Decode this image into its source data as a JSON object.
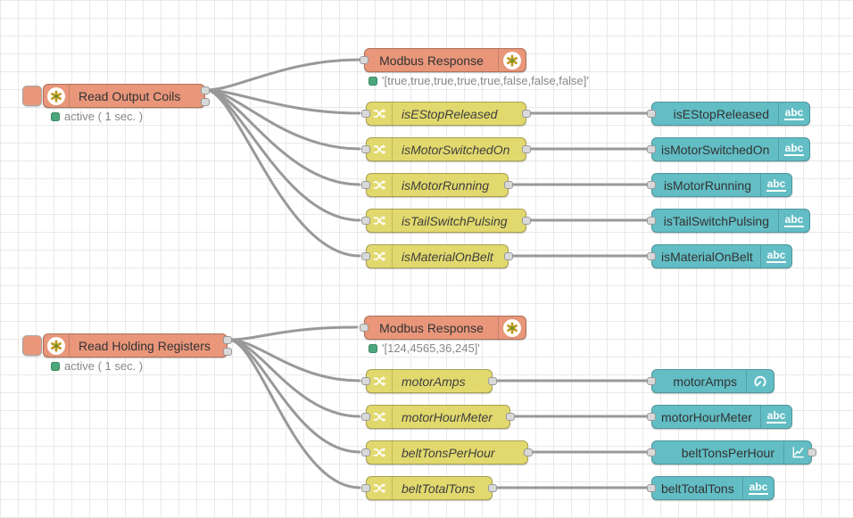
{
  "labels": {
    "abc": "abc"
  },
  "colors": {
    "modbus_node": "#E9967A",
    "change_node": "#E2D96E",
    "ui_node": "#62BDC4",
    "wire": "#999999",
    "status_dot": "#4CA87C",
    "grid_line": "#e9e9e9"
  },
  "nodes": {
    "read_output_coils": {
      "label": "Read Output Coils",
      "status": "active ( 1 sec. )"
    },
    "modbus_response_coils": {
      "label": "Modbus Response",
      "status": "'[true,true,true,true,true,false,false,false]'"
    },
    "coil_changes": [
      "isEStopReleased",
      "isMotorSwitchedOn",
      "isMotorRunning",
      "isTailSwitchPulsing",
      "isMaterialOnBelt"
    ],
    "coil_texts": [
      "isEStopReleased",
      "isMotorSwitchedOn",
      "isMotorRunning",
      "isTailSwitchPulsing",
      "isMaterialOnBelt"
    ],
    "read_holding_registers": {
      "label": "Read Holding Registers",
      "status": "active ( 1 sec. )"
    },
    "modbus_response_registers": {
      "label": "Modbus Response",
      "status": "'[124,4565,36,245]'"
    },
    "register_changes": [
      "motorAmps",
      "motorHourMeter",
      "beltTonsPerHour",
      "beltTotalTons"
    ],
    "register_uis": [
      "motorAmps",
      "motorHourMeter",
      "beltTonsPerHour",
      "beltTotalTons"
    ]
  }
}
